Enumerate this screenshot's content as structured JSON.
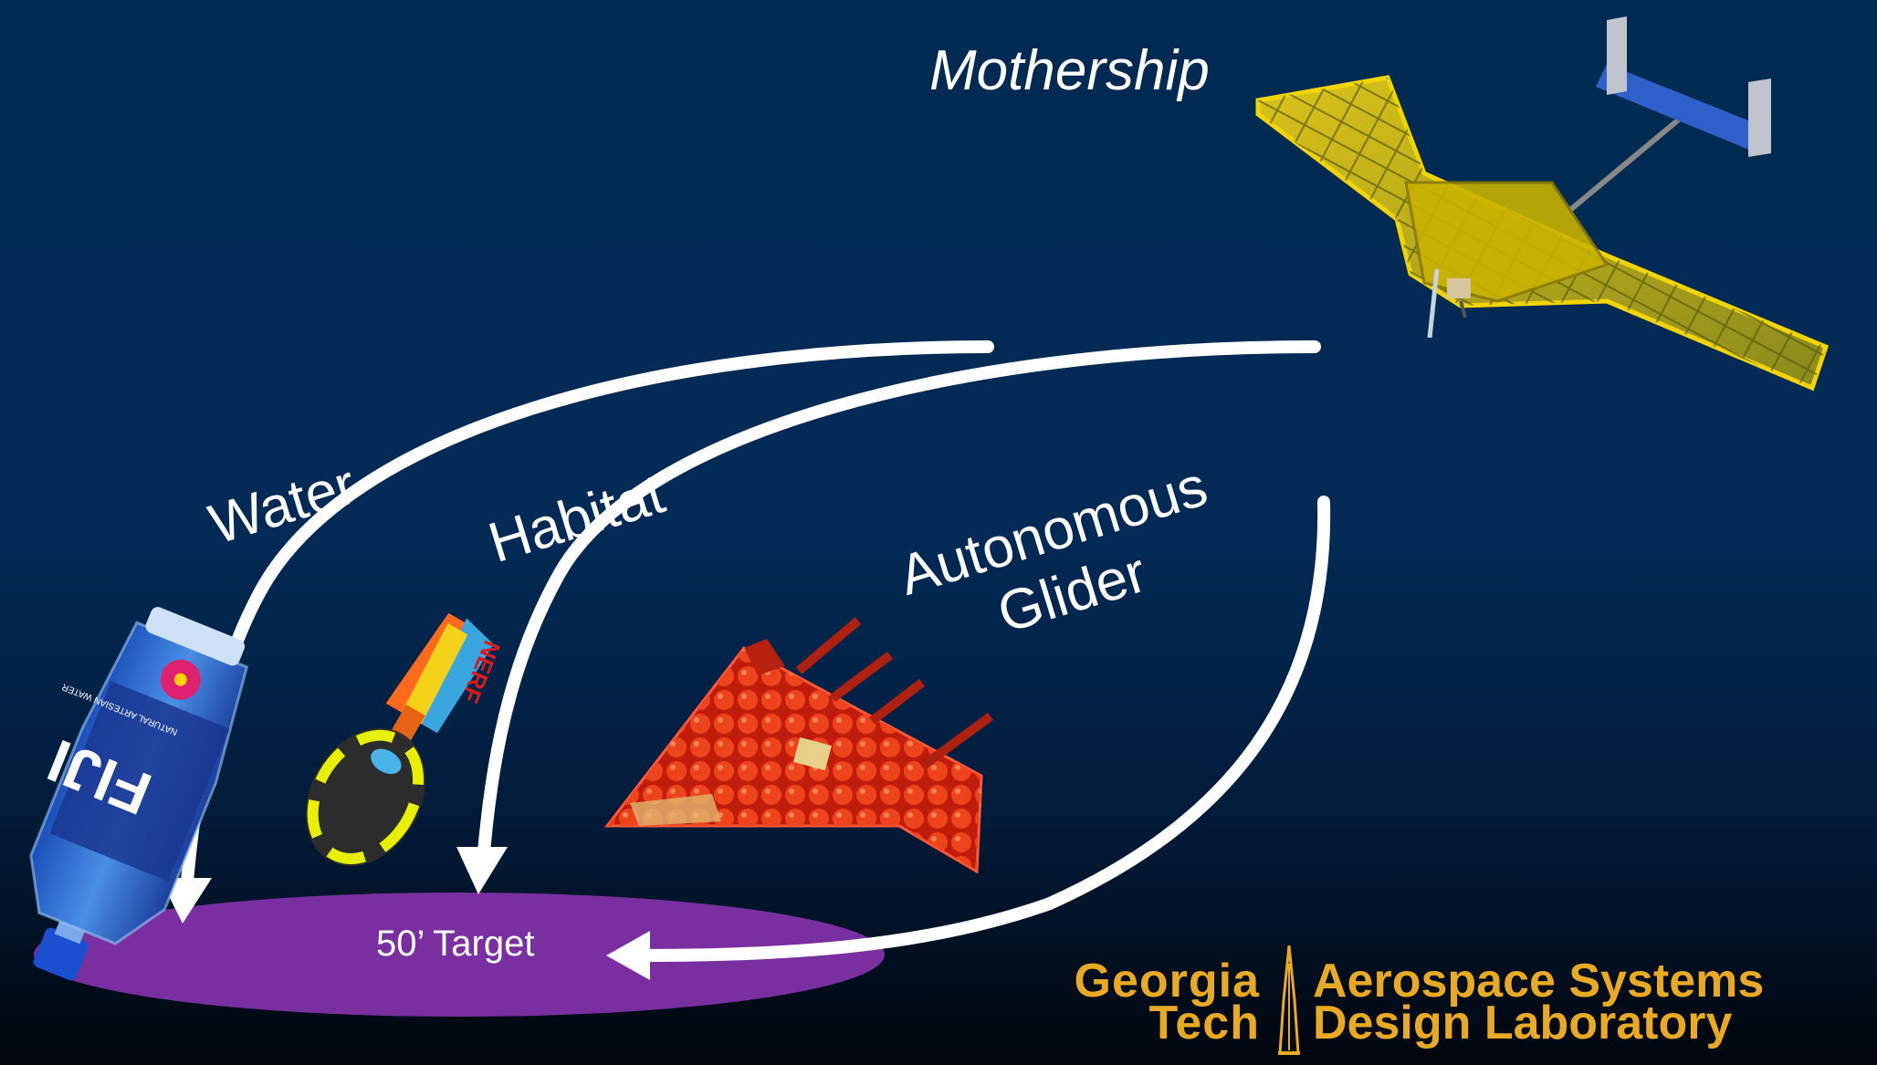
{
  "labels": {
    "mothership": "Mothership",
    "water": "Water",
    "habitat": "Habitat",
    "glider_line1": "Autonomous",
    "glider_line2": "Glider",
    "target": "50’ Target"
  },
  "bottle": {
    "brand": "FIJI",
    "tagline": "NATURAL ARTESIAN WATER"
  },
  "dart": {
    "brand": "NERF"
  },
  "logo": {
    "gt_line1": "Georgia",
    "gt_line2": "Tech",
    "lab_line1": "Aerospace Systems",
    "lab_line2": "Design Laboratory"
  },
  "colors": {
    "background": "#022a55",
    "arrow": "#ffffff",
    "target": "#7a2fa0",
    "logo_gold": "#eaa922",
    "wing": "#c8b400",
    "glider": "#e8321c"
  }
}
